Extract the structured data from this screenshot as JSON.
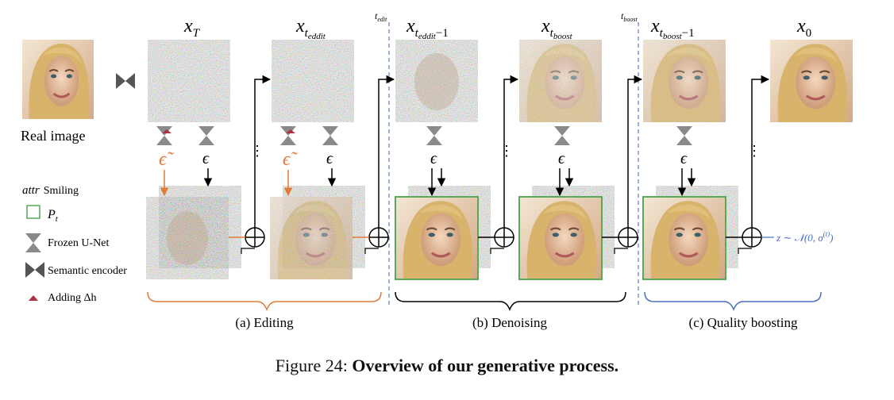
{
  "stages": {
    "x_T": "x",
    "x_T_sub": "T",
    "x_tedit": "x",
    "x_tedit_sub": "t",
    "x_tedit_subsub": "eddit",
    "x_tedit1": "x",
    "x_tedit1_sub": "t",
    "x_tedit1_subsub": "eddit",
    "x_tedit1_tail": "−1",
    "x_tboost": "x",
    "x_tboost_sub": "t",
    "x_tboost_subsub": "boost",
    "x_tboost1": "x",
    "x_tboost1_sub": "t",
    "x_tboost1_subsub": "boost",
    "x_tboost1_tail": "−1",
    "x_0": "x",
    "x_0_sub": "0"
  },
  "dividers": {
    "edit": "t",
    "edit_sub": "edit",
    "boost": "t",
    "boost_sub": "boost"
  },
  "real_image_label": "Real image",
  "symbols": {
    "eps": "ϵ",
    "eps_tilde": "ϵ̃",
    "ellipsis": "⋮"
  },
  "legend": {
    "attr": "attr",
    "attr_value": "Smiling",
    "pt": "P",
    "pt_sub": "t",
    "frozen_unet": "Frozen U-Net",
    "semantic_encoder": "Semantic encoder",
    "adding": "Adding Δh"
  },
  "noise_formula": "z ∼ 𝒩(0, σ",
  "noise_formula_sup": "(t)",
  "noise_formula_end": ")",
  "phases": {
    "editing": "(a) Editing",
    "denoising": "(b) Denoising",
    "boosting": "(c) Quality boosting"
  },
  "caption": {
    "prefix": "Figure 24:",
    "title": "Overview of our generative process."
  },
  "colors": {
    "editing": "#e07b39",
    "denoise": "#000000",
    "boost": "#4a6fc1",
    "pt_border": "#5aa85a",
    "delta": "#b03040",
    "dash": "#5b7fd0",
    "unet": "#8a8a8a"
  }
}
